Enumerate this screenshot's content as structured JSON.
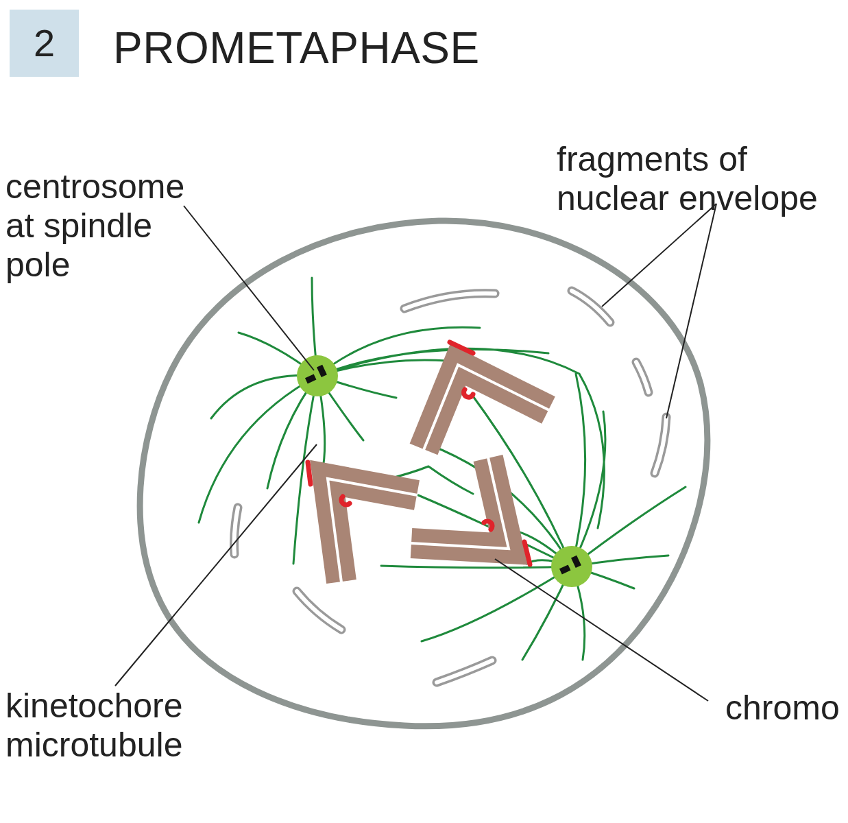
{
  "diagram": {
    "title": "PROMETAPHASE",
    "nodes": [
      {
        "text": [
          "2"
        ]
      }
    ],
    "labels": [
      "centrosome at spindle pole",
      "fragments of nuclear envelope",
      "kinetochore microtubule",
      "chromo"
    ]
  }
}
